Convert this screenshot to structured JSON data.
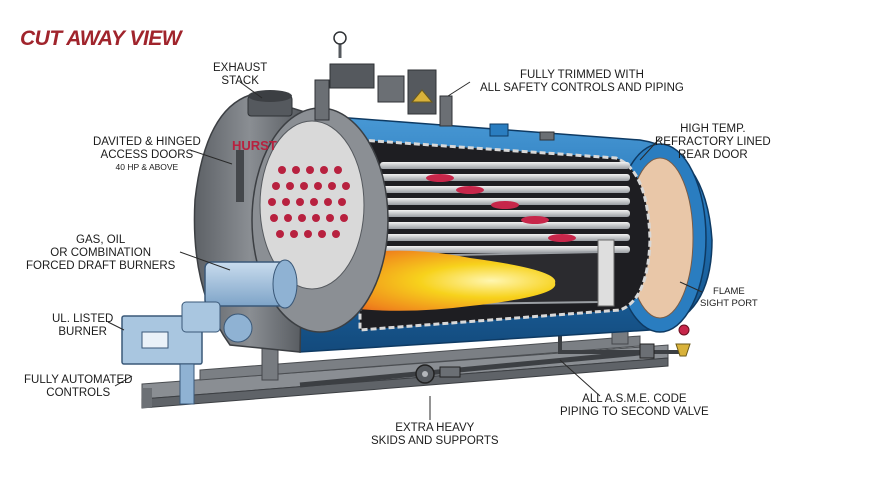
{
  "title": "CUT AWAY VIEW",
  "colors": {
    "title": "#a0242c",
    "shell_blue": "#1f6fb2",
    "steel_gray": "#6f7378",
    "flame_yellow": "#f7d21c",
    "flame_orange": "#f08a1c",
    "refractory": "#e9c7a8",
    "burner_blue": "#a9c6e0"
  },
  "brand": "HURST",
  "labels": {
    "exhaust_stack": [
      "EXHAUST",
      "STACK"
    ],
    "safety_controls": [
      "FULLY TRIMMED WITH",
      "ALL SAFETY CONTROLS AND PIPING"
    ],
    "rear_door": [
      "HIGH TEMP.",
      "REFRACTORY LINED",
      "REAR DOOR"
    ],
    "access_doors": [
      "DAVITED & HINGED",
      "ACCESS DOORS"
    ],
    "access_doors_note": "40 HP & ABOVE",
    "burners": [
      "GAS, OIL",
      "OR COMBINATION",
      "FORCED DRAFT BURNERS"
    ],
    "ul_burner": [
      "UL. LISTED",
      "BURNER"
    ],
    "automated_controls": [
      "FULLY AUTOMATED",
      "CONTROLS"
    ],
    "flame_port": [
      "FLAME",
      "SIGHT PORT"
    ],
    "asme_piping": [
      "ALL A.S.M.E. CODE",
      "PIPING TO SECOND VALVE"
    ],
    "skids": [
      "EXTRA HEAVY",
      "SKIDS AND SUPPORTS"
    ]
  },
  "icons": [
    "pressure-gauge-icon",
    "valve-icon"
  ]
}
